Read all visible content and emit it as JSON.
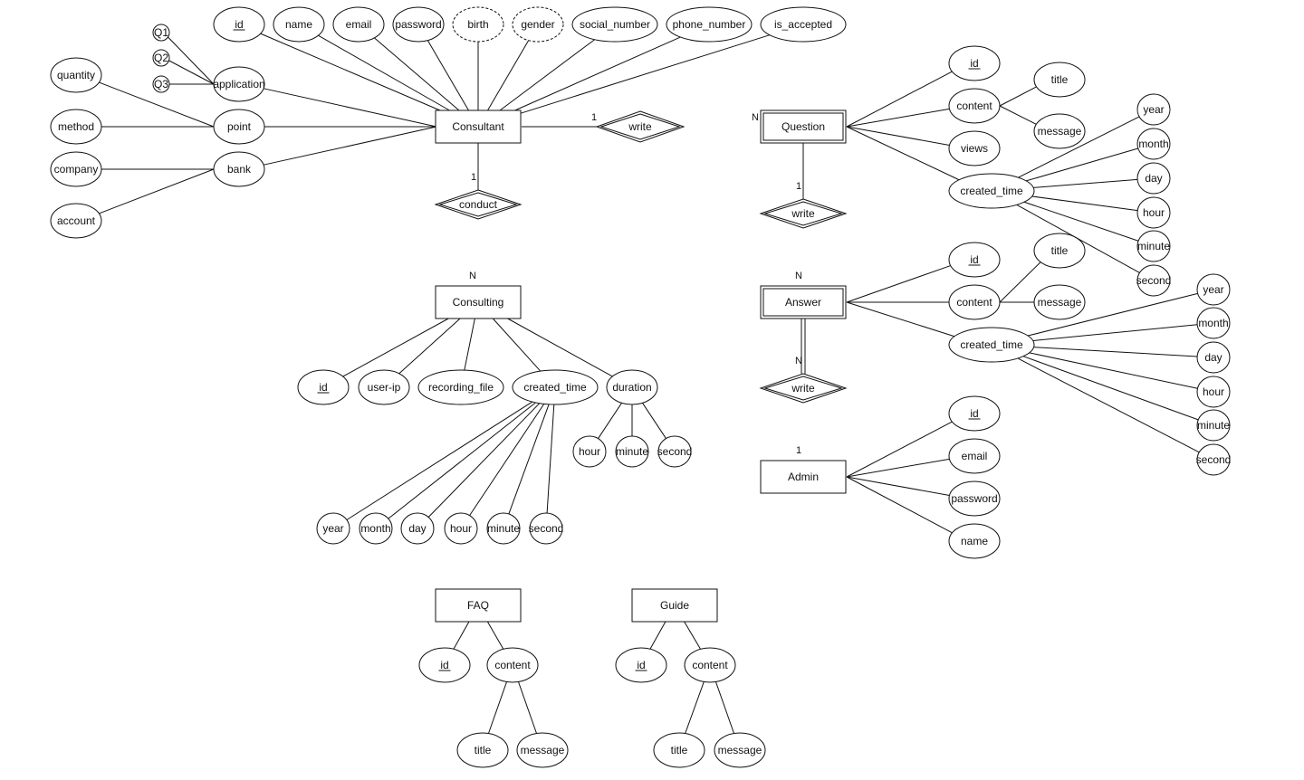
{
  "entities": [
    {
      "id": "consultant",
      "label": "Consultant",
      "weak": false
    },
    {
      "id": "question",
      "label": "Question",
      "weak": true
    },
    {
      "id": "consulting",
      "label": "Consulting",
      "weak": false
    },
    {
      "id": "answer",
      "label": "Answer",
      "weak": true
    },
    {
      "id": "admin",
      "label": "Admin",
      "weak": false
    },
    {
      "id": "faq",
      "label": "FAQ",
      "weak": false
    },
    {
      "id": "guide",
      "label": "Guide",
      "weak": false
    }
  ],
  "relationships": [
    {
      "id": "write1",
      "label": "write"
    },
    {
      "id": "conduct",
      "label": "conduct"
    },
    {
      "id": "write2",
      "label": "write"
    },
    {
      "id": "write3",
      "label": "write"
    }
  ],
  "attributes": [
    {
      "id": "c_id",
      "label": "id",
      "key": true
    },
    {
      "id": "c_name",
      "label": "name"
    },
    {
      "id": "c_email",
      "label": "email"
    },
    {
      "id": "c_password",
      "label": "password"
    },
    {
      "id": "c_birth",
      "label": "birth",
      "derived": true
    },
    {
      "id": "c_gender",
      "label": "gender",
      "derived": true
    },
    {
      "id": "c_social",
      "label": "social_number"
    },
    {
      "id": "c_phone",
      "label": "phone_number"
    },
    {
      "id": "c_accepted",
      "label": "is_accepted"
    },
    {
      "id": "c_application",
      "label": "application"
    },
    {
      "id": "q1",
      "label": "Q1"
    },
    {
      "id": "q2",
      "label": "Q2"
    },
    {
      "id": "q3",
      "label": "Q3"
    },
    {
      "id": "c_point",
      "label": "point"
    },
    {
      "id": "p_quantity",
      "label": "quantity"
    },
    {
      "id": "p_method",
      "label": "method"
    },
    {
      "id": "c_bank",
      "label": "bank"
    },
    {
      "id": "b_company",
      "label": "company"
    },
    {
      "id": "b_account",
      "label": "account"
    },
    {
      "id": "q_id",
      "label": "id",
      "key": true
    },
    {
      "id": "q_content",
      "label": "content"
    },
    {
      "id": "q_title",
      "label": "title"
    },
    {
      "id": "q_message",
      "label": "message"
    },
    {
      "id": "q_views",
      "label": "views"
    },
    {
      "id": "q_created",
      "label": "created_time"
    },
    {
      "id": "qc_year",
      "label": "year"
    },
    {
      "id": "qc_month",
      "label": "month"
    },
    {
      "id": "qc_day",
      "label": "day"
    },
    {
      "id": "qc_hour",
      "label": "hour"
    },
    {
      "id": "qc_minute",
      "label": "minute"
    },
    {
      "id": "qc_second",
      "label": "second"
    },
    {
      "id": "a_id",
      "label": "id",
      "key": true
    },
    {
      "id": "a_content",
      "label": "content"
    },
    {
      "id": "a_title",
      "label": "title"
    },
    {
      "id": "a_message",
      "label": "message"
    },
    {
      "id": "a_created",
      "label": "created_time"
    },
    {
      "id": "ac_year",
      "label": "year"
    },
    {
      "id": "ac_month",
      "label": "month"
    },
    {
      "id": "ac_day",
      "label": "day"
    },
    {
      "id": "ac_hour",
      "label": "hour"
    },
    {
      "id": "ac_minute",
      "label": "minute"
    },
    {
      "id": "ac_second",
      "label": "second"
    },
    {
      "id": "ad_id",
      "label": "id",
      "key": true
    },
    {
      "id": "ad_email",
      "label": "email"
    },
    {
      "id": "ad_password",
      "label": "password"
    },
    {
      "id": "ad_name",
      "label": "name"
    },
    {
      "id": "cs_id",
      "label": "id",
      "key": true
    },
    {
      "id": "cs_userip",
      "label": "user-ip"
    },
    {
      "id": "cs_recording",
      "label": "recording_file"
    },
    {
      "id": "cs_created",
      "label": "created_time"
    },
    {
      "id": "cs_duration",
      "label": "duration"
    },
    {
      "id": "cd_hour",
      "label": "hour"
    },
    {
      "id": "cd_minute",
      "label": "minute"
    },
    {
      "id": "cd_second",
      "label": "second"
    },
    {
      "id": "cc_year",
      "label": "year"
    },
    {
      "id": "cc_month",
      "label": "month"
    },
    {
      "id": "cc_day",
      "label": "day"
    },
    {
      "id": "cc_hour",
      "label": "hour"
    },
    {
      "id": "cc_minute",
      "label": "minute"
    },
    {
      "id": "cc_second",
      "label": "second"
    },
    {
      "id": "f_id",
      "label": "id",
      "key": true
    },
    {
      "id": "f_content",
      "label": "content"
    },
    {
      "id": "f_title",
      "label": "title"
    },
    {
      "id": "f_message",
      "label": "message"
    },
    {
      "id": "g_id",
      "label": "id",
      "key": true
    },
    {
      "id": "g_content",
      "label": "content"
    },
    {
      "id": "g_title",
      "label": "title"
    },
    {
      "id": "g_message",
      "label": "message"
    }
  ],
  "connections": [
    {
      "from": "consultant",
      "to": "c_id"
    },
    {
      "from": "consultant",
      "to": "c_name"
    },
    {
      "from": "consultant",
      "to": "c_email"
    },
    {
      "from": "consultant",
      "to": "c_password"
    },
    {
      "from": "consultant",
      "to": "c_birth"
    },
    {
      "from": "consultant",
      "to": "c_gender"
    },
    {
      "from": "consultant",
      "to": "c_social"
    },
    {
      "from": "consultant",
      "to": "c_phone"
    },
    {
      "from": "consultant",
      "to": "c_accepted"
    },
    {
      "from": "consultant",
      "to": "c_application"
    },
    {
      "from": "consultant",
      "to": "c_point"
    },
    {
      "from": "consultant",
      "to": "c_bank"
    },
    {
      "from": "c_application",
      "to": "q1"
    },
    {
      "from": "c_application",
      "to": "q2"
    },
    {
      "from": "c_application",
      "to": "q3"
    },
    {
      "from": "c_point",
      "to": "p_quantity"
    },
    {
      "from": "c_point",
      "to": "p_method"
    },
    {
      "from": "c_bank",
      "to": "b_company"
    },
    {
      "from": "c_bank",
      "to": "b_account"
    },
    {
      "from": "consultant",
      "to": "write1",
      "card": "1"
    },
    {
      "from": "write1",
      "to": "question",
      "card": "N",
      "double": true
    },
    {
      "from": "consultant",
      "to": "conduct",
      "card": "1"
    },
    {
      "from": "conduct",
      "to": "consulting",
      "card": "N",
      "double": true
    },
    {
      "from": "question",
      "to": "q_id"
    },
    {
      "from": "question",
      "to": "q_content"
    },
    {
      "from": "question",
      "to": "q_views"
    },
    {
      "from": "question",
      "to": "q_created"
    },
    {
      "from": "q_content",
      "to": "q_title"
    },
    {
      "from": "q_content",
      "to": "q_message"
    },
    {
      "from": "q_created",
      "to": "qc_year"
    },
    {
      "from": "q_created",
      "to": "qc_month"
    },
    {
      "from": "q_created",
      "to": "qc_day"
    },
    {
      "from": "q_created",
      "to": "qc_hour"
    },
    {
      "from": "q_created",
      "to": "qc_minute"
    },
    {
      "from": "q_created",
      "to": "qc_second"
    },
    {
      "from": "question",
      "to": "write2",
      "card": "1"
    },
    {
      "from": "write2",
      "to": "answer",
      "card": "N",
      "double": true
    },
    {
      "from": "answer",
      "to": "a_id"
    },
    {
      "from": "answer",
      "to": "a_content"
    },
    {
      "from": "answer",
      "to": "a_created"
    },
    {
      "from": "a_content",
      "to": "a_title"
    },
    {
      "from": "a_content",
      "to": "a_message"
    },
    {
      "from": "a_created",
      "to": "ac_year"
    },
    {
      "from": "a_created",
      "to": "ac_month"
    },
    {
      "from": "a_created",
      "to": "ac_day"
    },
    {
      "from": "a_created",
      "to": "ac_hour"
    },
    {
      "from": "a_created",
      "to": "ac_minute"
    },
    {
      "from": "a_created",
      "to": "ac_second"
    },
    {
      "from": "answer",
      "to": "write3",
      "card": "N",
      "double": true
    },
    {
      "from": "write3",
      "to": "admin",
      "card": "1"
    },
    {
      "from": "admin",
      "to": "ad_id"
    },
    {
      "from": "admin",
      "to": "ad_email"
    },
    {
      "from": "admin",
      "to": "ad_password"
    },
    {
      "from": "admin",
      "to": "ad_name"
    },
    {
      "from": "consulting",
      "to": "cs_id"
    },
    {
      "from": "consulting",
      "to": "cs_userip"
    },
    {
      "from": "consulting",
      "to": "cs_recording"
    },
    {
      "from": "consulting",
      "to": "cs_created"
    },
    {
      "from": "consulting",
      "to": "cs_duration"
    },
    {
      "from": "cs_duration",
      "to": "cd_hour"
    },
    {
      "from": "cs_duration",
      "to": "cd_minute"
    },
    {
      "from": "cs_duration",
      "to": "cd_second"
    },
    {
      "from": "cs_created",
      "to": "cc_year"
    },
    {
      "from": "cs_created",
      "to": "cc_month"
    },
    {
      "from": "cs_created",
      "to": "cc_day"
    },
    {
      "from": "cs_created",
      "to": "cc_hour"
    },
    {
      "from": "cs_created",
      "to": "cc_minute"
    },
    {
      "from": "cs_created",
      "to": "cc_second"
    },
    {
      "from": "faq",
      "to": "f_id"
    },
    {
      "from": "faq",
      "to": "f_content"
    },
    {
      "from": "f_content",
      "to": "f_title"
    },
    {
      "from": "f_content",
      "to": "f_message"
    },
    {
      "from": "guide",
      "to": "g_id"
    },
    {
      "from": "guide",
      "to": "g_content"
    },
    {
      "from": "g_content",
      "to": "g_title"
    },
    {
      "from": "g_content",
      "to": "g_message"
    }
  ]
}
